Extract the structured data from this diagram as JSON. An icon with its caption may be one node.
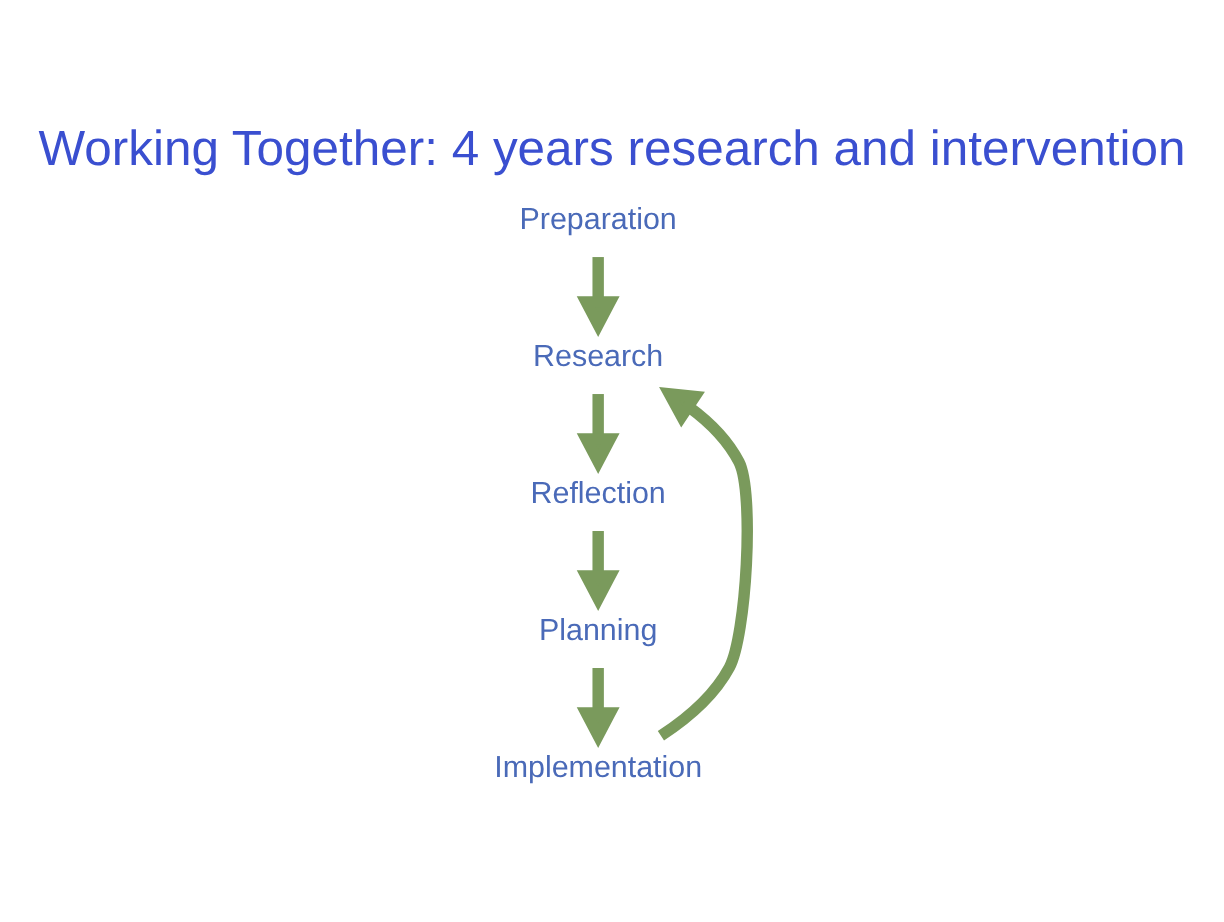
{
  "diagram": {
    "title": "Working Together: 4 years research and intervention",
    "nodes": [
      {
        "text": [
          "Preparation"
        ]
      },
      {
        "text": [
          "Research"
        ]
      },
      {
        "text": [
          "Reflection"
        ]
      },
      {
        "text": [
          "Planning"
        ]
      },
      {
        "text": [
          "Implementation"
        ]
      }
    ],
    "edges": [
      {
        "from": 0,
        "to": 1,
        "arrow": "to"
      },
      {
        "from": 1,
        "to": 2,
        "arrow": "to"
      },
      {
        "from": 2,
        "to": 3,
        "arrow": "to"
      },
      {
        "from": 3,
        "to": 4,
        "arrow": "to"
      },
      {
        "from": 4,
        "to": 1,
        "arrow": "to"
      }
    ]
  }
}
